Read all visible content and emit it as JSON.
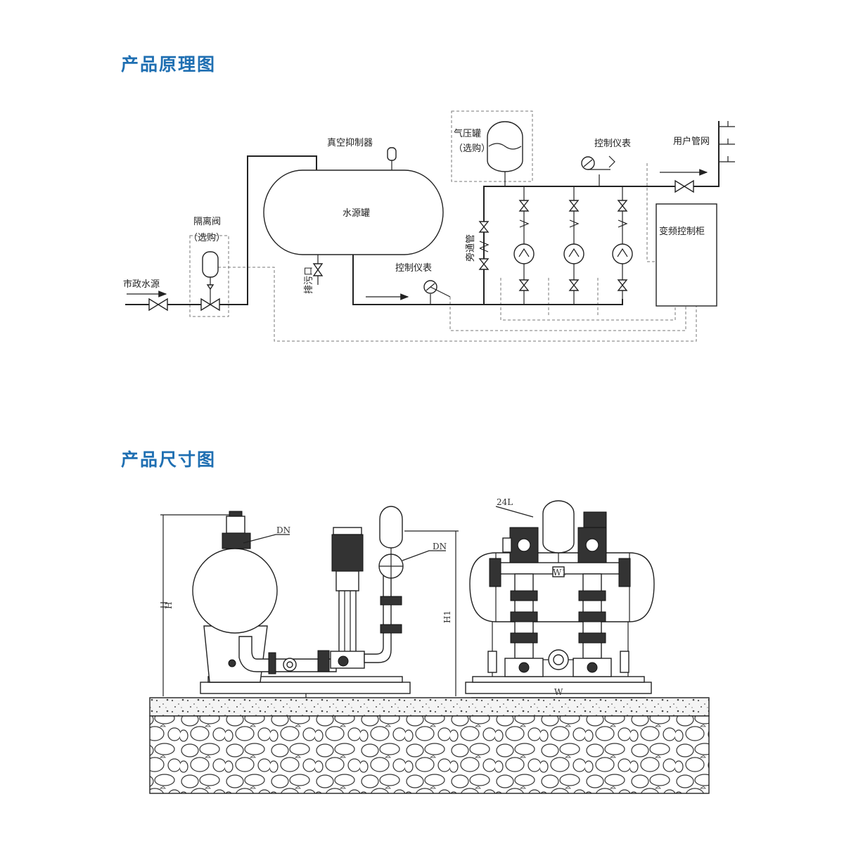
{
  "sections": {
    "principle_title": "产品原理图",
    "dimension_title": "产品尺寸图"
  },
  "principle_labels": {
    "vacuum_suppressor": "真空抑制器",
    "water_tank": "水源罐",
    "pressure_tank": "气压罐",
    "pressure_tank_optional": "（选购）",
    "control_meter_top": "控制仪表",
    "user_network": "用户管网",
    "isolation_valve": "隔离阀",
    "isolation_valve_optional": "（选购）",
    "municipal_source": "市政水源",
    "drain_outlet": "排污口",
    "bypass_pipe": "旁通管",
    "control_meter_bottom": "控制仪表",
    "vfd_cabinet": "变频控制柜"
  },
  "dimension_labels": {
    "dn_left": "DN",
    "dn_right": "DN",
    "height_h": "H",
    "height_h1": "H1",
    "tank_volume": "24L",
    "width_w1": "W1",
    "width_w": "W"
  },
  "colors": {
    "title": "#1f6fb2",
    "line": "#222222"
  }
}
